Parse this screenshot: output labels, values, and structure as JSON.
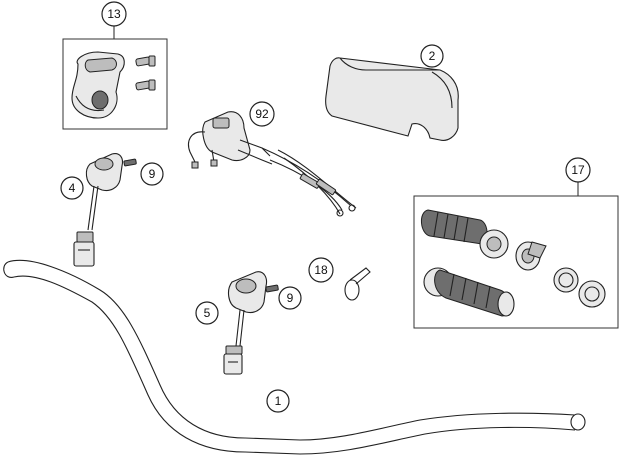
{
  "callouts": {
    "c13": "13",
    "c2": "2",
    "c92": "92",
    "c4": "4",
    "c9a": "9",
    "c17": "17",
    "c18": "18",
    "c5": "5",
    "c9b": "9",
    "c1": "1"
  },
  "colors": {
    "line": "#222222",
    "light_fill": "#e9e9e9",
    "dark_fill": "#6e6e6e",
    "mid_fill": "#bdbdbd"
  }
}
